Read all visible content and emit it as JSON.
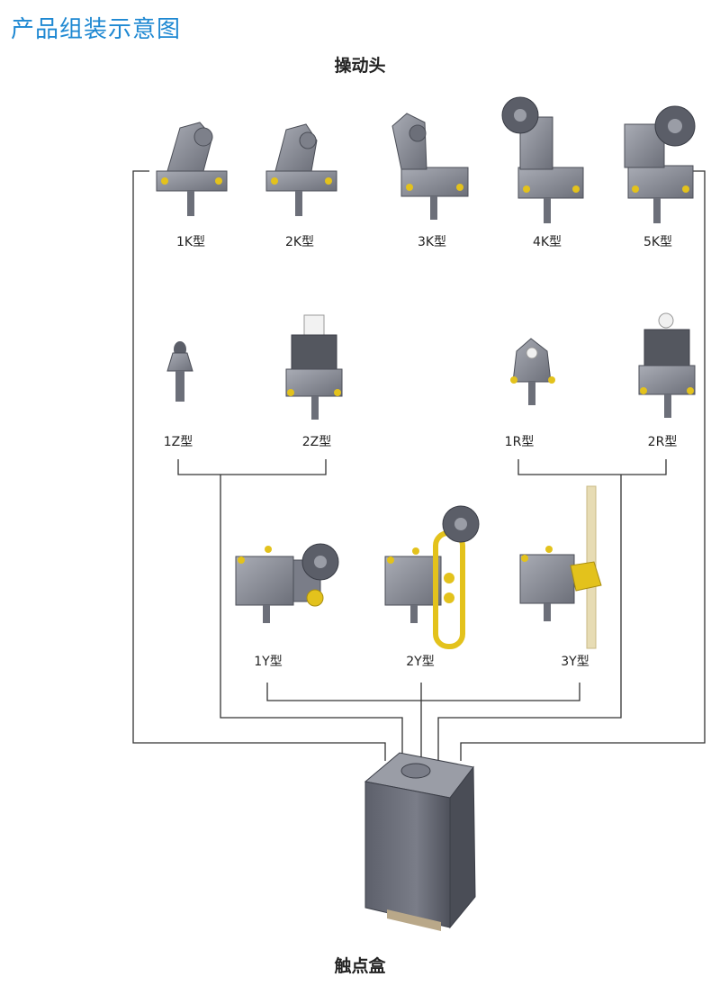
{
  "page_title": "产品组装示意图",
  "head_section_title": "操动头",
  "contact_box_label": "触点盒",
  "colors": {
    "title_blue": "#1e88d2",
    "metal_gray": "#8a8d96",
    "metal_dark": "#5b5e68",
    "screw_yellow": "#e3c21c",
    "connector_line": "#333333"
  },
  "heads": {
    "k_series": [
      {
        "label": "1K型"
      },
      {
        "label": "2K型"
      },
      {
        "label": "3K型"
      },
      {
        "label": "4K型"
      },
      {
        "label": "5K型"
      }
    ],
    "z_series": [
      {
        "label": "1Z型"
      },
      {
        "label": "2Z型"
      }
    ],
    "r_series": [
      {
        "label": "1R型"
      },
      {
        "label": "2R型"
      }
    ],
    "y_series": [
      {
        "label": "1Y型"
      },
      {
        "label": "2Y型"
      },
      {
        "label": "3Y型"
      }
    ]
  }
}
